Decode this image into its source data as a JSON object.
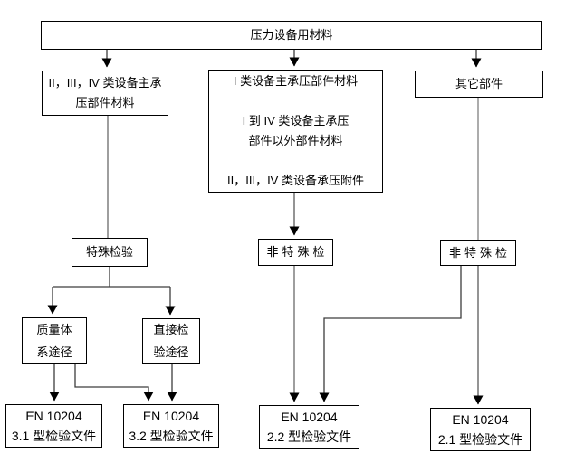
{
  "diagram": {
    "title": "压力设备用材料",
    "nodes": {
      "root": {
        "label": "压力设备用材料"
      },
      "class234_main": {
        "label": "II，III，IV 类设备主承\n压部件材料"
      },
      "class1_other": {
        "label": "I 类设备主承压部件材料\n\nI 到 IV 类设备主承压\n部件以外部件材料\n\nII，III，IV 类设备承压附件"
      },
      "other_parts": {
        "label": "其它部件"
      },
      "special_inspection": {
        "label": "特殊检验"
      },
      "non_special_mid": {
        "label": "非特殊检"
      },
      "non_special_right": {
        "label": "非特殊检"
      },
      "quality_system_route": {
        "label": "质量体\n系途径"
      },
      "direct_inspection_route": {
        "label": "直接检\n验途径"
      },
      "en10204_31": {
        "label": "EN 10204\n3.1 型检验文件"
      },
      "en10204_32": {
        "label": "EN 10204\n3.2 型检验文件"
      },
      "en10204_22": {
        "label": "EN 10204\n2.2 型检验文件"
      },
      "en10204_21": {
        "label": "EN 10204\n2.1 型检验文件"
      }
    },
    "colors": {
      "background": "#ffffff",
      "box_border": "#000000",
      "text": "#000000",
      "line_dark": "#3d3d3d",
      "line_gray": "#808080",
      "arrowhead": "#000000"
    }
  }
}
